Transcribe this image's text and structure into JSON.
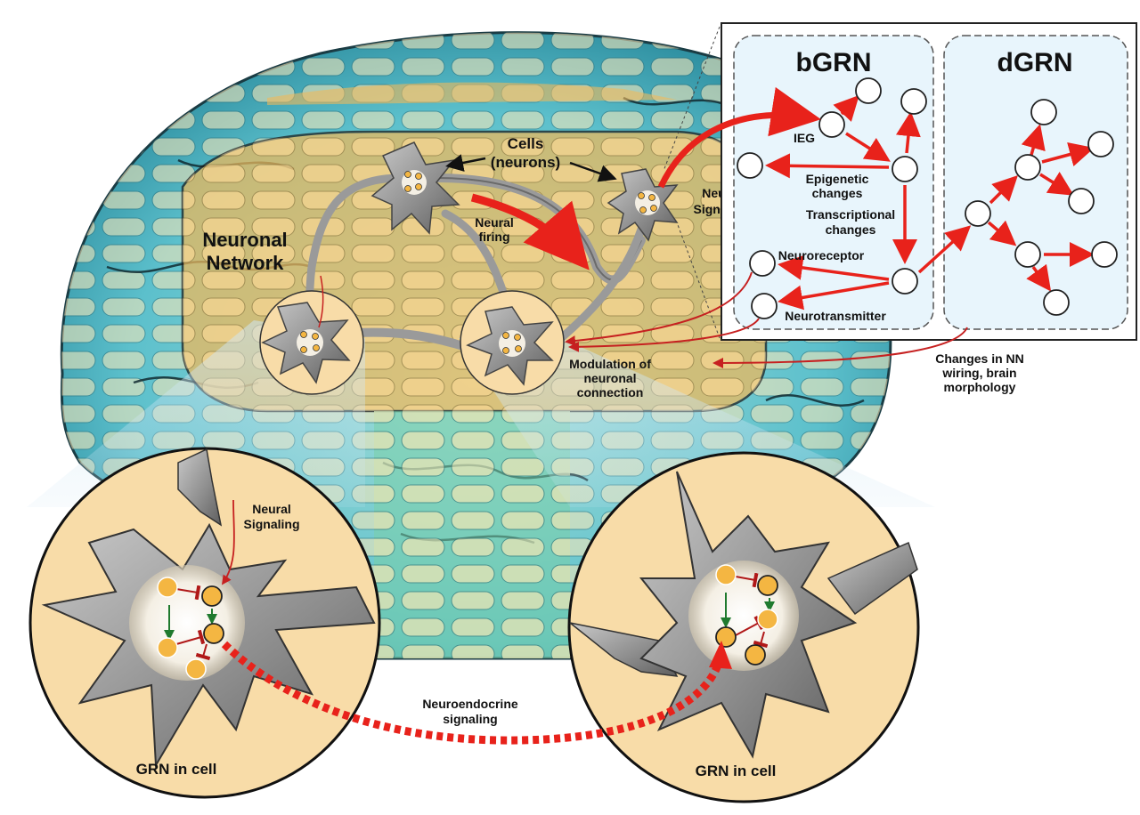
{
  "labels": {
    "neuronal_network_1": "Neuronal",
    "neuronal_network_2": "Network",
    "cells_1": "Cells",
    "cells_2": "(neurons)",
    "neural_firing_1": "Neural",
    "neural_firing_2": "firing",
    "neural_signaling_top_1": "Neural",
    "neural_signaling_top_2": "Signaling",
    "modulation_1": "Modulation of",
    "modulation_2": "neuronal",
    "modulation_3": "connection",
    "changes_nn_1": "Changes in NN",
    "changes_nn_2": "wiring, brain",
    "changes_nn_3": "morphology",
    "neural_signaling_left_1": "Neural",
    "neural_signaling_left_2": "Signaling",
    "neuroendocrine_1": "Neuroendocrine",
    "neuroendocrine_2": "signaling",
    "grn_in_cell_left": "GRN in cell",
    "grn_in_cell_right": "GRN in cell"
  },
  "bgrn": {
    "title": "bGRN",
    "ieg": "IEG",
    "epigenetic_1": "Epigenetic",
    "epigenetic_2": "changes",
    "transcriptional_1": "Transcriptional",
    "transcriptional_2": "changes",
    "neuroreceptor": "Neuroreceptor",
    "neurotransmitter": "Neurotransmitter"
  },
  "dgrn": {
    "title": "dGRN"
  },
  "colors": {
    "arrow_red": "#e8221b",
    "activation_green": "#1f7a2e",
    "inhibition_red": "#b01818",
    "cell_gray": "#8e8e8e",
    "node_orange": "#f4b642",
    "circle_bg": "#f8dca8",
    "panel_bg": "#e8f5fc",
    "brain_cyan": "#4fb8c8",
    "brain_orange": "#f0b95a"
  }
}
